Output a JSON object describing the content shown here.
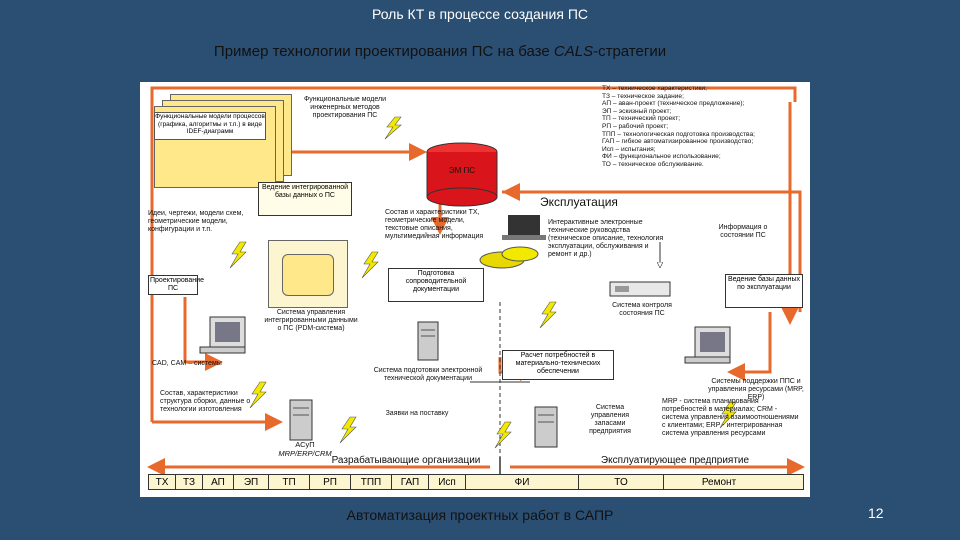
{
  "slide": {
    "title": "Роль КТ в процессе создания ПС",
    "subtitle_prefix": "Пример технологии проектирования ПС на базе ",
    "subtitle_italic": "CALS",
    "subtitle_suffix": "-стратегии",
    "footer": "Автоматизация проектных работ в САПР",
    "page_number": "12"
  },
  "diagram": {
    "legend": [
      "ТХ – техническое характеристики;",
      "ТЗ – техническое задание;",
      "АП – аван-проект (техническое предложение);",
      "ЭП – эскизный проект;",
      "ТП – технический проект;",
      "РП – рабочий проект;",
      "ТПП – технологическая подготовка производства;",
      "ГАП – гибкое автоматизированное производство;",
      "Исп – испытания;",
      "ФИ – функциональное использование;",
      "ТО – техническое обслуживание."
    ],
    "functional_models_inner": "Функциональные модели процессов (графика, алгоритмы и т.п.) в виде IDEF-диаграмм",
    "functional_models_label": "Функциональные модели инженерных методов проектирования ПС",
    "db_label": "ЭМ ПС",
    "integrated_db": "Ведение интегрированной базы данных о ПС",
    "ideas_label": "Идеи, чертежи, модели схем, геометрические модели, конфигурации и т.п.",
    "composition_label": "Состав и характеристики ТХ, геометрические модели, текстовые описания, мультимедийная информация",
    "exploitation_title": "Эксплуатация",
    "interactive_manuals": "Интерактивные электронные технические руководства (техническое описание, технология эксплуатации, обслуживания и ремонт и др.)",
    "state_info": "Информация о состоянии ПС",
    "design_box": "Проектирование ПС",
    "prep_docs": "Подготовка сопроводительной документации",
    "control_system": "Система контроля состояния ПС",
    "operational_db": "Ведение базы данных по эксплуатации",
    "pdm_label": "Система управления интегрированными данными о ПС (PDM-система)",
    "cad_label": "CAD, CAM – системы",
    "needs_calc": "Расчет потребностей в материально-технических обеспечении",
    "e_docs_label": "Система подготовки электронной технической документации",
    "mrp_label": "Системы поддержки ППС и управления ресурсами (MRP, ERP)",
    "composition_assembly": "Состав, характеристики структура сборки, данные о технологии изготовления",
    "supply_request": "Заявки на поставку",
    "inventory": "Система управления запасами предприятия",
    "mrp_note_1": "MRP - система планирования потребностей в материалах; CRM - система управления взаимоотношениями с клиентами; ERP - интегрированная система управления ресурсами",
    "asup_label": "АСуП",
    "asup_sub": "MRP/ERP/CRM",
    "developers": "Разрабатывающие организации",
    "operators": "Эксплуатирующее предприятие",
    "phases": [
      "ТХ",
      "ТЗ",
      "АП",
      "ЭП",
      "ТП",
      "РП",
      "ТПП",
      "ГАП",
      "Исп",
      "ФИ",
      "ТО",
      "Ремонт"
    ],
    "phase_widths": [
      26,
      26,
      30,
      34,
      40,
      40,
      40,
      36,
      36,
      112,
      84,
      110
    ],
    "colors": {
      "arrow": "#e8692c",
      "db": "#d9141a",
      "background": "#2b4f73",
      "bolt": "#f3e800"
    }
  }
}
